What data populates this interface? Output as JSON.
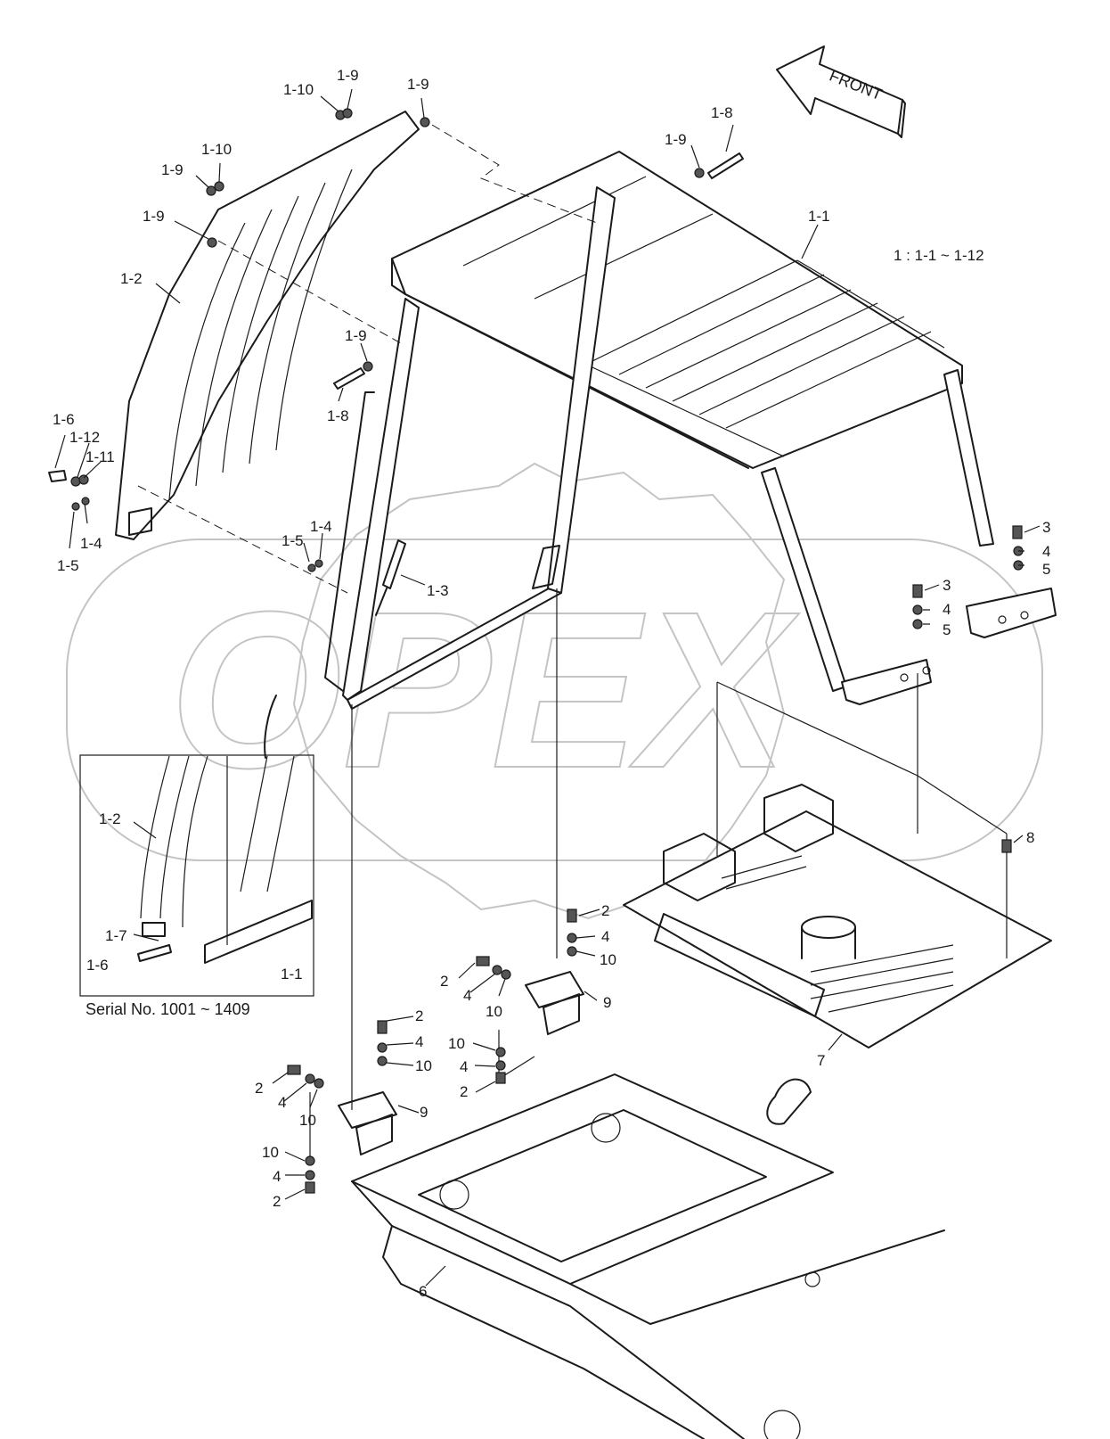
{
  "watermark": {
    "text": "OPEX"
  },
  "direction_arrow": {
    "text": "FRONT"
  },
  "range_note": "1 : 1-1 ~ 1-12",
  "inset_caption": "Serial No. 1001 ~ 1409",
  "callouts": [
    {
      "id": "c01",
      "text": "1-10"
    },
    {
      "id": "c02",
      "text": "1-9"
    },
    {
      "id": "c03",
      "text": "1-9"
    },
    {
      "id": "c04",
      "text": "1-10"
    },
    {
      "id": "c05",
      "text": "1-9"
    },
    {
      "id": "c06",
      "text": "1-9"
    },
    {
      "id": "c07",
      "text": "1-2"
    },
    {
      "id": "c08",
      "text": "1-8"
    },
    {
      "id": "c09",
      "text": "1-9"
    },
    {
      "id": "c10",
      "text": "1-1"
    },
    {
      "id": "c11",
      "text": "1-9"
    },
    {
      "id": "c12",
      "text": "1-8"
    },
    {
      "id": "c13",
      "text": "1-6"
    },
    {
      "id": "c14",
      "text": "1-12"
    },
    {
      "id": "c15",
      "text": "1-11"
    },
    {
      "id": "c16",
      "text": "1-4"
    },
    {
      "id": "c17",
      "text": "1-5"
    },
    {
      "id": "c18",
      "text": "1-5"
    },
    {
      "id": "c19",
      "text": "1-4"
    },
    {
      "id": "c20",
      "text": "1-3"
    },
    {
      "id": "c21",
      "text": "3"
    },
    {
      "id": "c22",
      "text": "4"
    },
    {
      "id": "c23",
      "text": "5"
    },
    {
      "id": "c24",
      "text": "3"
    },
    {
      "id": "c25",
      "text": "4"
    },
    {
      "id": "c26",
      "text": "5"
    },
    {
      "id": "c27",
      "text": "1-2"
    },
    {
      "id": "c28",
      "text": "1-7"
    },
    {
      "id": "c29",
      "text": "1-6"
    },
    {
      "id": "c30",
      "text": "1-1"
    },
    {
      "id": "c31",
      "text": "8"
    },
    {
      "id": "c32",
      "text": "2"
    },
    {
      "id": "c33",
      "text": "4"
    },
    {
      "id": "c34",
      "text": "10"
    },
    {
      "id": "c35",
      "text": "2"
    },
    {
      "id": "c36",
      "text": "4"
    },
    {
      "id": "c37",
      "text": "10"
    },
    {
      "id": "c38",
      "text": "9"
    },
    {
      "id": "c39",
      "text": "10"
    },
    {
      "id": "c40",
      "text": "4"
    },
    {
      "id": "c41",
      "text": "2"
    },
    {
      "id": "c42",
      "text": "7"
    },
    {
      "id": "c43",
      "text": "2"
    },
    {
      "id": "c44",
      "text": "4"
    },
    {
      "id": "c45",
      "text": "10"
    },
    {
      "id": "c46",
      "text": "2"
    },
    {
      "id": "c47",
      "text": "4"
    },
    {
      "id": "c48",
      "text": "10"
    },
    {
      "id": "c49",
      "text": "9"
    },
    {
      "id": "c50",
      "text": "10"
    },
    {
      "id": "c51",
      "text": "4"
    },
    {
      "id": "c52",
      "text": "2"
    },
    {
      "id": "c53",
      "text": "6"
    }
  ]
}
